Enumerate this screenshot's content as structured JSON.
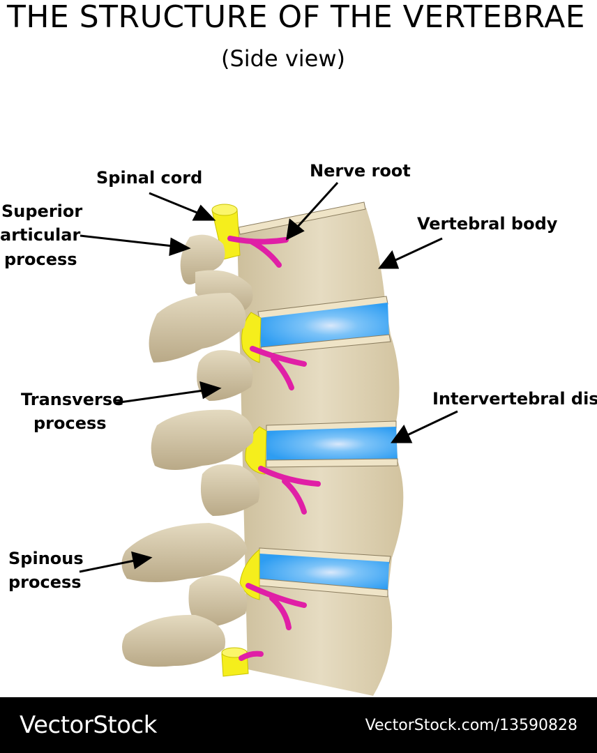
{
  "title": "THE STRUCTURE OF THE VERTEBRAE",
  "subtitle": "(Side view)",
  "labels": {
    "spinal_cord": "Spinal cord",
    "nerve_root": "Nerve root",
    "superior_line1": "Superior",
    "superior_line2": "articular",
    "superior_line3": "process",
    "vertebral_body": "Vertebral body",
    "transverse_line1": "Transverse",
    "transverse_line2": "process",
    "intervertebral_disc": "Intervertebral disc",
    "spinous_line1": "Spinous",
    "spinous_line2": "process"
  },
  "footer": {
    "brand": "VectorStock",
    "url": "VectorStock.com/13590828"
  },
  "colors": {
    "bone": "#d9ccab",
    "bone_shade": "#c4b48f",
    "disc": "#3fa9f5",
    "spinal_cord": "#f7f224",
    "nerve": "#e01fa6",
    "plate": "#efe4c7"
  }
}
